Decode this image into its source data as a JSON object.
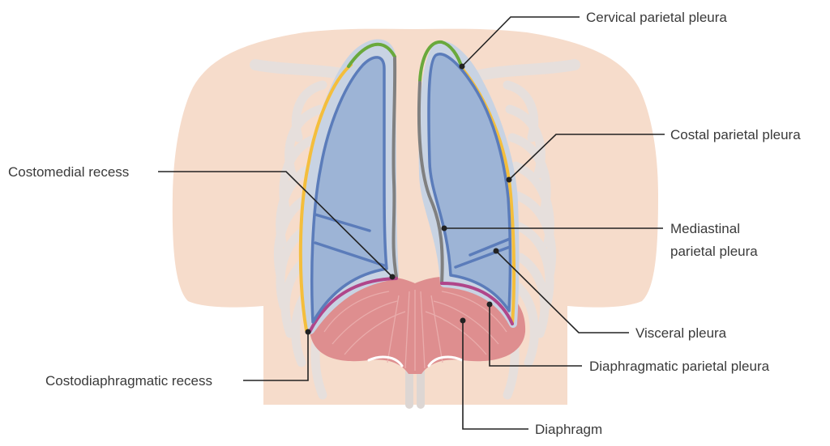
{
  "labels": {
    "cervical_parietal_pleura": "Cervical parietal pleura",
    "costal_parietal_pleura": "Costal parietal pleura",
    "costomedial_recess": "Costomedial recess",
    "mediastinal_line1": "Mediastinal",
    "mediastinal_line2": "parietal pleura",
    "visceral_pleura": "Visceral pleura",
    "diaphragmatic_parietal_pleura": "Diaphragmatic parietal pleura",
    "costodiaphragmatic_recess": "Costodiaphragmatic recess",
    "diaphragm": "Diaphragm"
  },
  "colors": {
    "skin": "#f6dccb",
    "rib": "#e6dfdc",
    "lung_fill": "#9db4d6",
    "visceral_line": "#5b7cba",
    "pleural_space": "#c8d3e3",
    "costal_line": "#f4be3c",
    "cervical_line": "#6aa93c",
    "mediastinal_line": "#808080",
    "diaphragm_fill": "#de8e8f",
    "diaphragmatic_line": "#b0468a",
    "leader_line": "#222222"
  }
}
